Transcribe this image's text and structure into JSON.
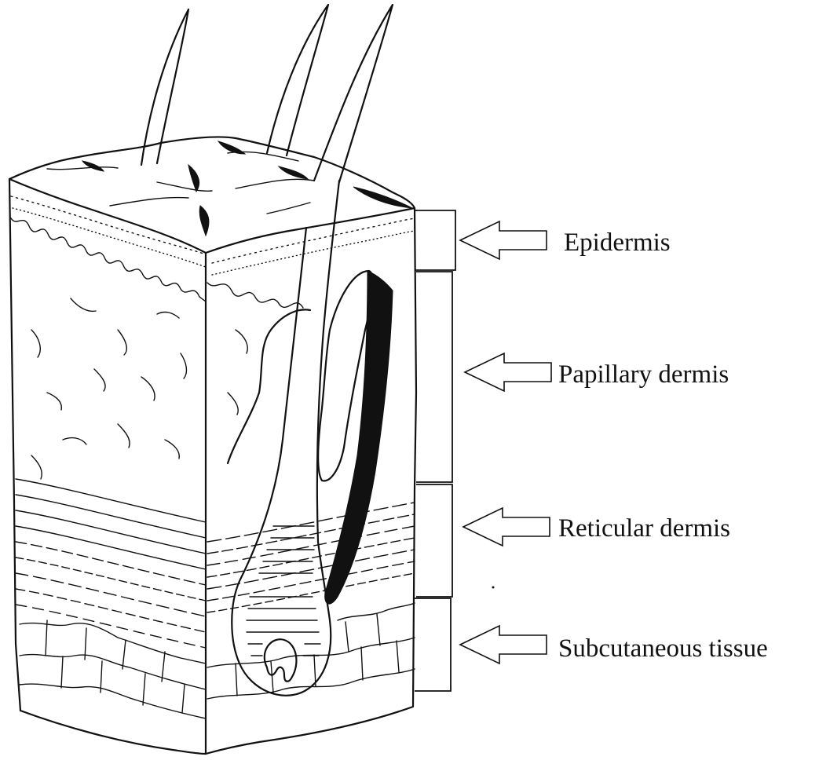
{
  "diagram": {
    "labels": [
      {
        "id": "epidermis",
        "text": "Epidermis"
      },
      {
        "id": "papillary",
        "text": "Papillary dermis"
      },
      {
        "id": "reticular",
        "text": "Reticular dermis"
      },
      {
        "id": "subcutaneous",
        "text": "Subcutaneous tissue"
      }
    ],
    "colors": {
      "ink": "#111111",
      "background": "#ffffff"
    }
  }
}
